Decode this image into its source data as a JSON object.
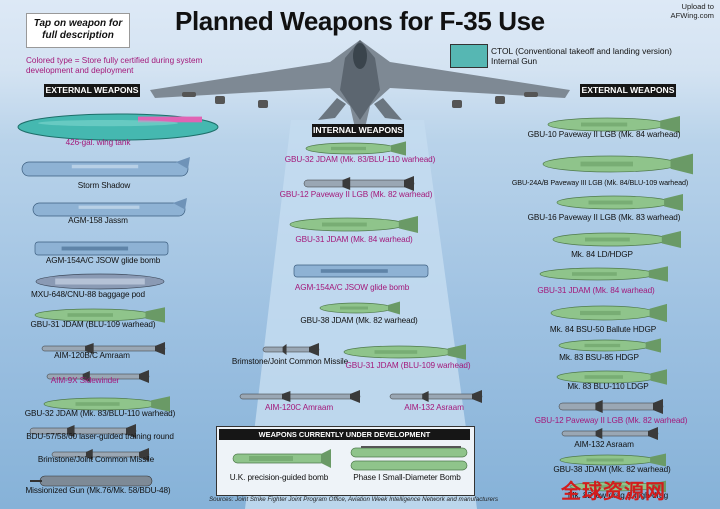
{
  "note_box": "Tap on weapon for full description",
  "title": "Planned Weapons for F-35 Use",
  "legend_note": "Colored type = Store fully certified during system development and deployment",
  "upload_note": [
    "Upload to",
    "AFWing.com"
  ],
  "ctol_legend": [
    "CTOL (Conventional takeoff and landing version)",
    "Internal Gun"
  ],
  "headers": {
    "external_left": "EXTERNAL WEAPONS",
    "internal": "INTERNAL WEAPONS",
    "external_right": "EXTERNAL WEAPONS",
    "development": "WEAPONS CURRENTLY UNDER DEVELOPMENT"
  },
  "external_left": [
    {
      "label": "426-gal. wing tank",
      "certified": true
    },
    {
      "label": "Storm Shadow",
      "certified": false
    },
    {
      "label": "AGM-158 Jassm",
      "certified": false
    },
    {
      "label": "AGM-154A/C JSOW glide bomb",
      "certified": false
    },
    {
      "label": "MXU-648/CNU-88 baggage pod",
      "certified": false
    },
    {
      "label": "GBU-31 JDAM (BLU-109 warhead)",
      "certified": false
    },
    {
      "label": "AIM-120B/C Amraam",
      "certified": false
    },
    {
      "label": "AIM-9X Sidewinder",
      "certified": true
    },
    {
      "label": "GBU-32 JDAM (Mk. 83/BLU-110 warhead)",
      "certified": false
    },
    {
      "label": "BDU-57/58/60 laser-guided training round",
      "certified": false
    },
    {
      "label": "Brimstone/Joint Common Missile",
      "certified": false
    },
    {
      "label": "Missionized Gun (Mk.76/Mk. 58/BDU-48)",
      "certified": false
    }
  ],
  "internal": [
    {
      "label": "GBU-32 JDAM (Mk. 83/BLU-110 warhead)",
      "certified": true
    },
    {
      "label": "GBU-12 Paveway II LGB (Mk. 82 warhead)",
      "certified": true
    },
    {
      "label": "GBU-31 JDAM (Mk. 84 warhead)",
      "certified": true
    },
    {
      "label": "AGM-154A/C JSOW glide bomb",
      "certified": true
    },
    {
      "label": "GBU-38 JDAM (Mk. 82 warhead)",
      "certified": false
    },
    {
      "label": "Brimstone/Joint Common Missile",
      "certified": false
    },
    {
      "label": "GBU-31 JDAM (BLU-109 warhead)",
      "certified": true
    },
    {
      "label": "AIM-120C Amraam",
      "certified": true
    },
    {
      "label": "AIM-132 Asraam",
      "certified": true
    }
  ],
  "external_right": [
    {
      "label": "GBU-10 Paveway II LGB (Mk. 84 warhead)",
      "certified": false
    },
    {
      "label": "GBU-24A/B Paveway III LGB (Mk. 84/BLU-109 warhead)",
      "certified": false
    },
    {
      "label": "GBU-16 Paveway II LGB (Mk. 83 warhead)",
      "certified": false
    },
    {
      "label": "Mk. 84 LD/HDGP",
      "certified": false
    },
    {
      "label": "GBU-31 JDAM (Mk. 84 warhead)",
      "certified": true
    },
    {
      "label": "Mk. 84 BSU-50 Ballute HDGP",
      "certified": false
    },
    {
      "label": "Mk. 83 BSU-85 HDGP",
      "certified": false
    },
    {
      "label": "Mk. 83 BLU-110 LDGP",
      "certified": false
    },
    {
      "label": "GBU-12 Paveway II LGB (Mk. 82 warhead)",
      "certified": true
    },
    {
      "label": "AIM-132 Asraam",
      "certified": false
    },
    {
      "label": "GBU-38 JDAM (Mk. 82 warhead)",
      "certified": false
    },
    {
      "label": "Mk. 82 low-drag & high-drag",
      "certified": false
    }
  ],
  "development": [
    {
      "label": "U.K. precision-guided bomb"
    },
    {
      "label": "Phase I Small-Diameter Bomb"
    }
  ],
  "sources": "Sources: Joint Strike Fighter Joint Program Office, Aviation Week Intelligence Network and manufacturers",
  "watermark": "全球资源网",
  "colors": {
    "certified_text": "#a3187a",
    "header_bg": "#161616",
    "weapon_green": "#8fc48b",
    "weapon_blue": "#8eb2d4",
    "tank_teal": "#45b8b0",
    "center_panel": "#bfd8ee"
  }
}
